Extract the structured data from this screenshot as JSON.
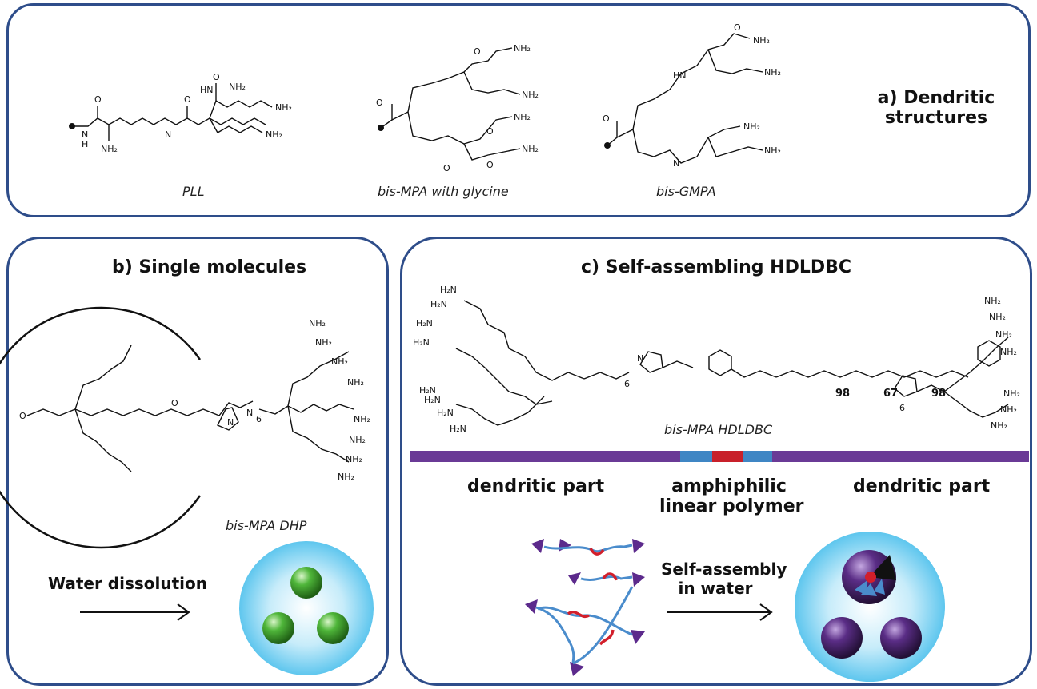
{
  "panel_a": {
    "title_line1": "a) Dendritic",
    "title_line2": "structures",
    "captions": [
      "PLL",
      "bis-MPA with glycine",
      "bis-GMPA"
    ]
  },
  "panel_b": {
    "title": "b) Single molecules",
    "caption": "bis-MPA DHP",
    "arrow_label": "Water dissolution"
  },
  "panel_c": {
    "title": "c) Self-assembling HDLDBC",
    "caption": "bis-MPA HDLDBC",
    "repeat_units": [
      "98",
      "67",
      "98"
    ],
    "parts": [
      {
        "line1": "dendritic part",
        "line2": ""
      },
      {
        "line1": "amphiphilic",
        "line2": "linear polymer"
      },
      {
        "line1": "dendritic part",
        "line2": ""
      }
    ],
    "arrow_label_line1": "Self-assembly",
    "arrow_label_line2": "in water"
  },
  "atoms": {
    "nh2": "NH₂",
    "h2n": "H₂N",
    "o": "O",
    "n": "N",
    "h": "H",
    "hn": "HN",
    "six": "6"
  },
  "colors": {
    "border": "#2e4d8a",
    "dendritic_bar": "#6a3a96",
    "hydrophilic_block": "#3f86c4",
    "hydrophobic_block": "#c8202a",
    "water_halo": "#7fd3f2",
    "green_sphere": "#3aa12e",
    "purple_sphere": "#5a2d86"
  }
}
